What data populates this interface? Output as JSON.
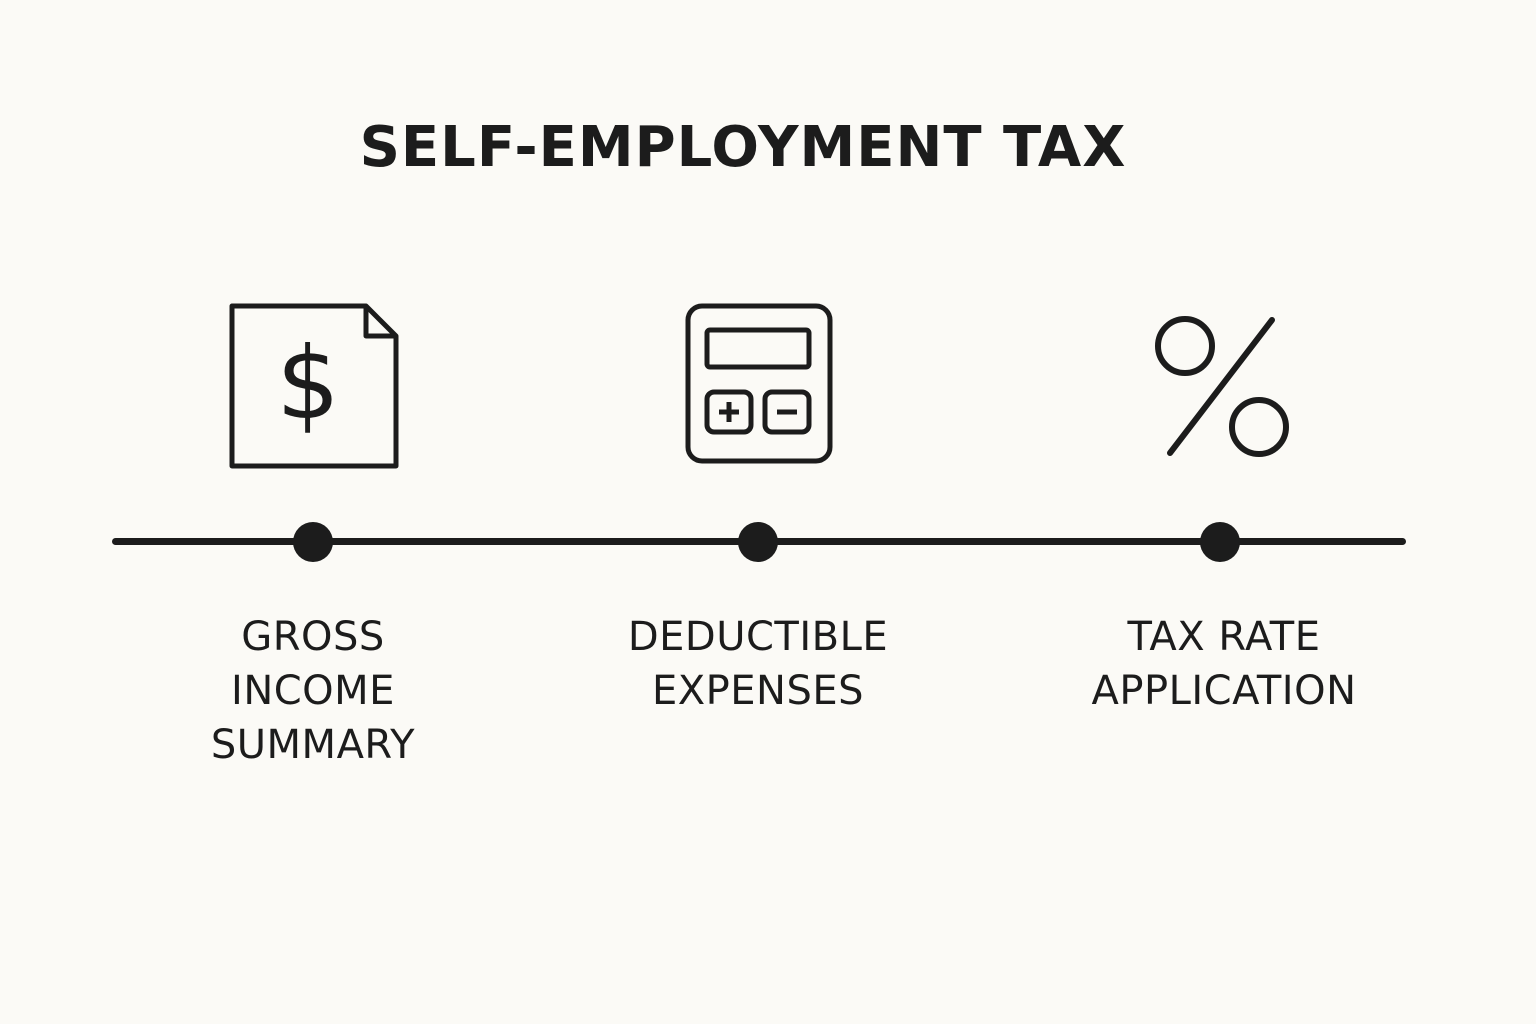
{
  "title": "SELF-EMPLOYMENT TAX",
  "steps": [
    {
      "icon": "dollar-document-icon",
      "label": "GROSS\nINCOME\nSUMMARY"
    },
    {
      "icon": "calculator-icon",
      "label": "DEDUCTIBLE\nEXPENSES"
    },
    {
      "icon": "percent-icon",
      "label": "TAX RATE\nAPPLICATION"
    }
  ],
  "colors": {
    "background": "#fbfaf6",
    "ink": "#1c1c1c"
  }
}
